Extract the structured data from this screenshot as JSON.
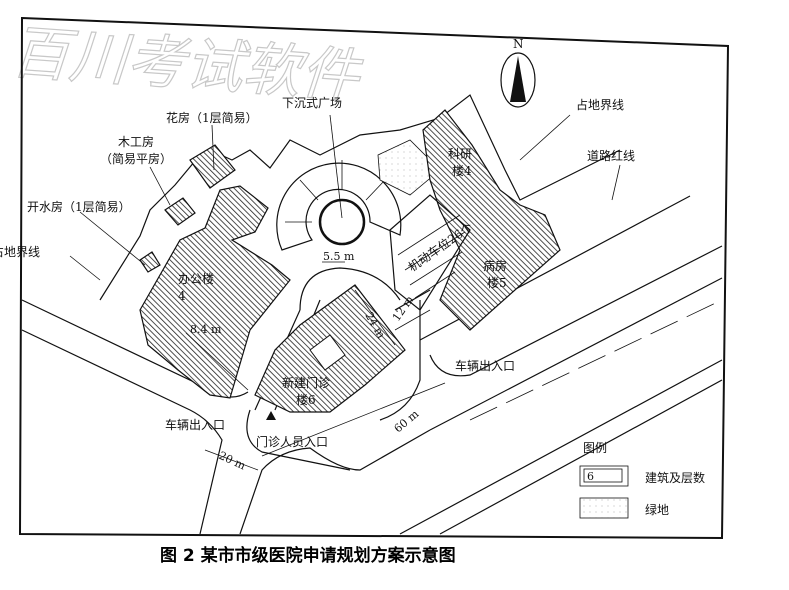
{
  "watermark": "百川考试软件",
  "compass": {
    "north_label": "N"
  },
  "labels": {
    "site_boundary_right": "占地界线",
    "site_boundary_left": "占地界线",
    "road_red_line": "道路红线",
    "flower_house": "花房（1层简易）",
    "carpentry_line1": "木工房",
    "carpentry_line2": "（简易平房）",
    "boiler_room": "开水房（1层简易）",
    "sunken_plaza": "下沉式广场",
    "research_line1": "科研",
    "research_line2": "楼4",
    "parking": "机动车位26个",
    "ward_line1": "病房",
    "ward_line2": "楼5",
    "office_line1": "办公楼",
    "office_line2": "4",
    "outpatient_line1": "新建门诊",
    "outpatient_line2": "楼6",
    "vehicle_entrance_right": "车辆出入口",
    "vehicle_entrance_left": "车辆出入口",
    "outpatient_entrance": "门诊人员入口"
  },
  "dimensions": {
    "plaza": "5.5 m",
    "office_gap": "8.4 m",
    "building_width": "24 m",
    "ward_gap": "12 m",
    "frontage": "60 m",
    "setback": "20 m"
  },
  "legend": {
    "title": "图例",
    "building_sample": "6",
    "building_label": "建筑及层数",
    "green_label": "绿地"
  },
  "caption": "图 2   某市市级医院申请规划方案示意图"
}
